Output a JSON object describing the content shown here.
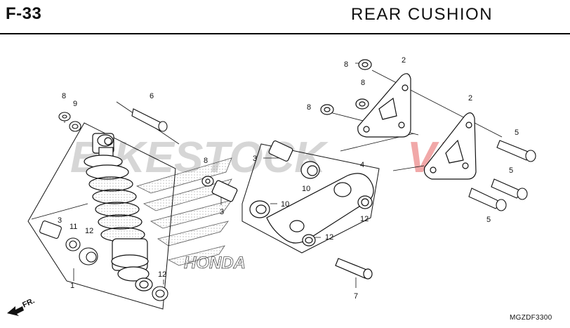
{
  "header": {
    "figure_code": "F-33",
    "title": "REAR  CUSHION"
  },
  "watermark": {
    "text_part1": "BIKESTOCK",
    "text_part2": "VN",
    "color_main": "#c8c8c8",
    "color_accent": "#e57373"
  },
  "orientation": {
    "label": "FR."
  },
  "callouts": [
    "8",
    "9",
    "6",
    "8",
    "2",
    "8",
    "8",
    "2",
    "5",
    "3",
    "4",
    "5",
    "10",
    "8",
    "3",
    "10",
    "12",
    "5",
    "3",
    "12",
    "11",
    "12",
    "1",
    "12",
    "7"
  ],
  "catalog_number": "MGZDF3300",
  "colors": {
    "line": "#111111",
    "background": "#ffffff"
  }
}
